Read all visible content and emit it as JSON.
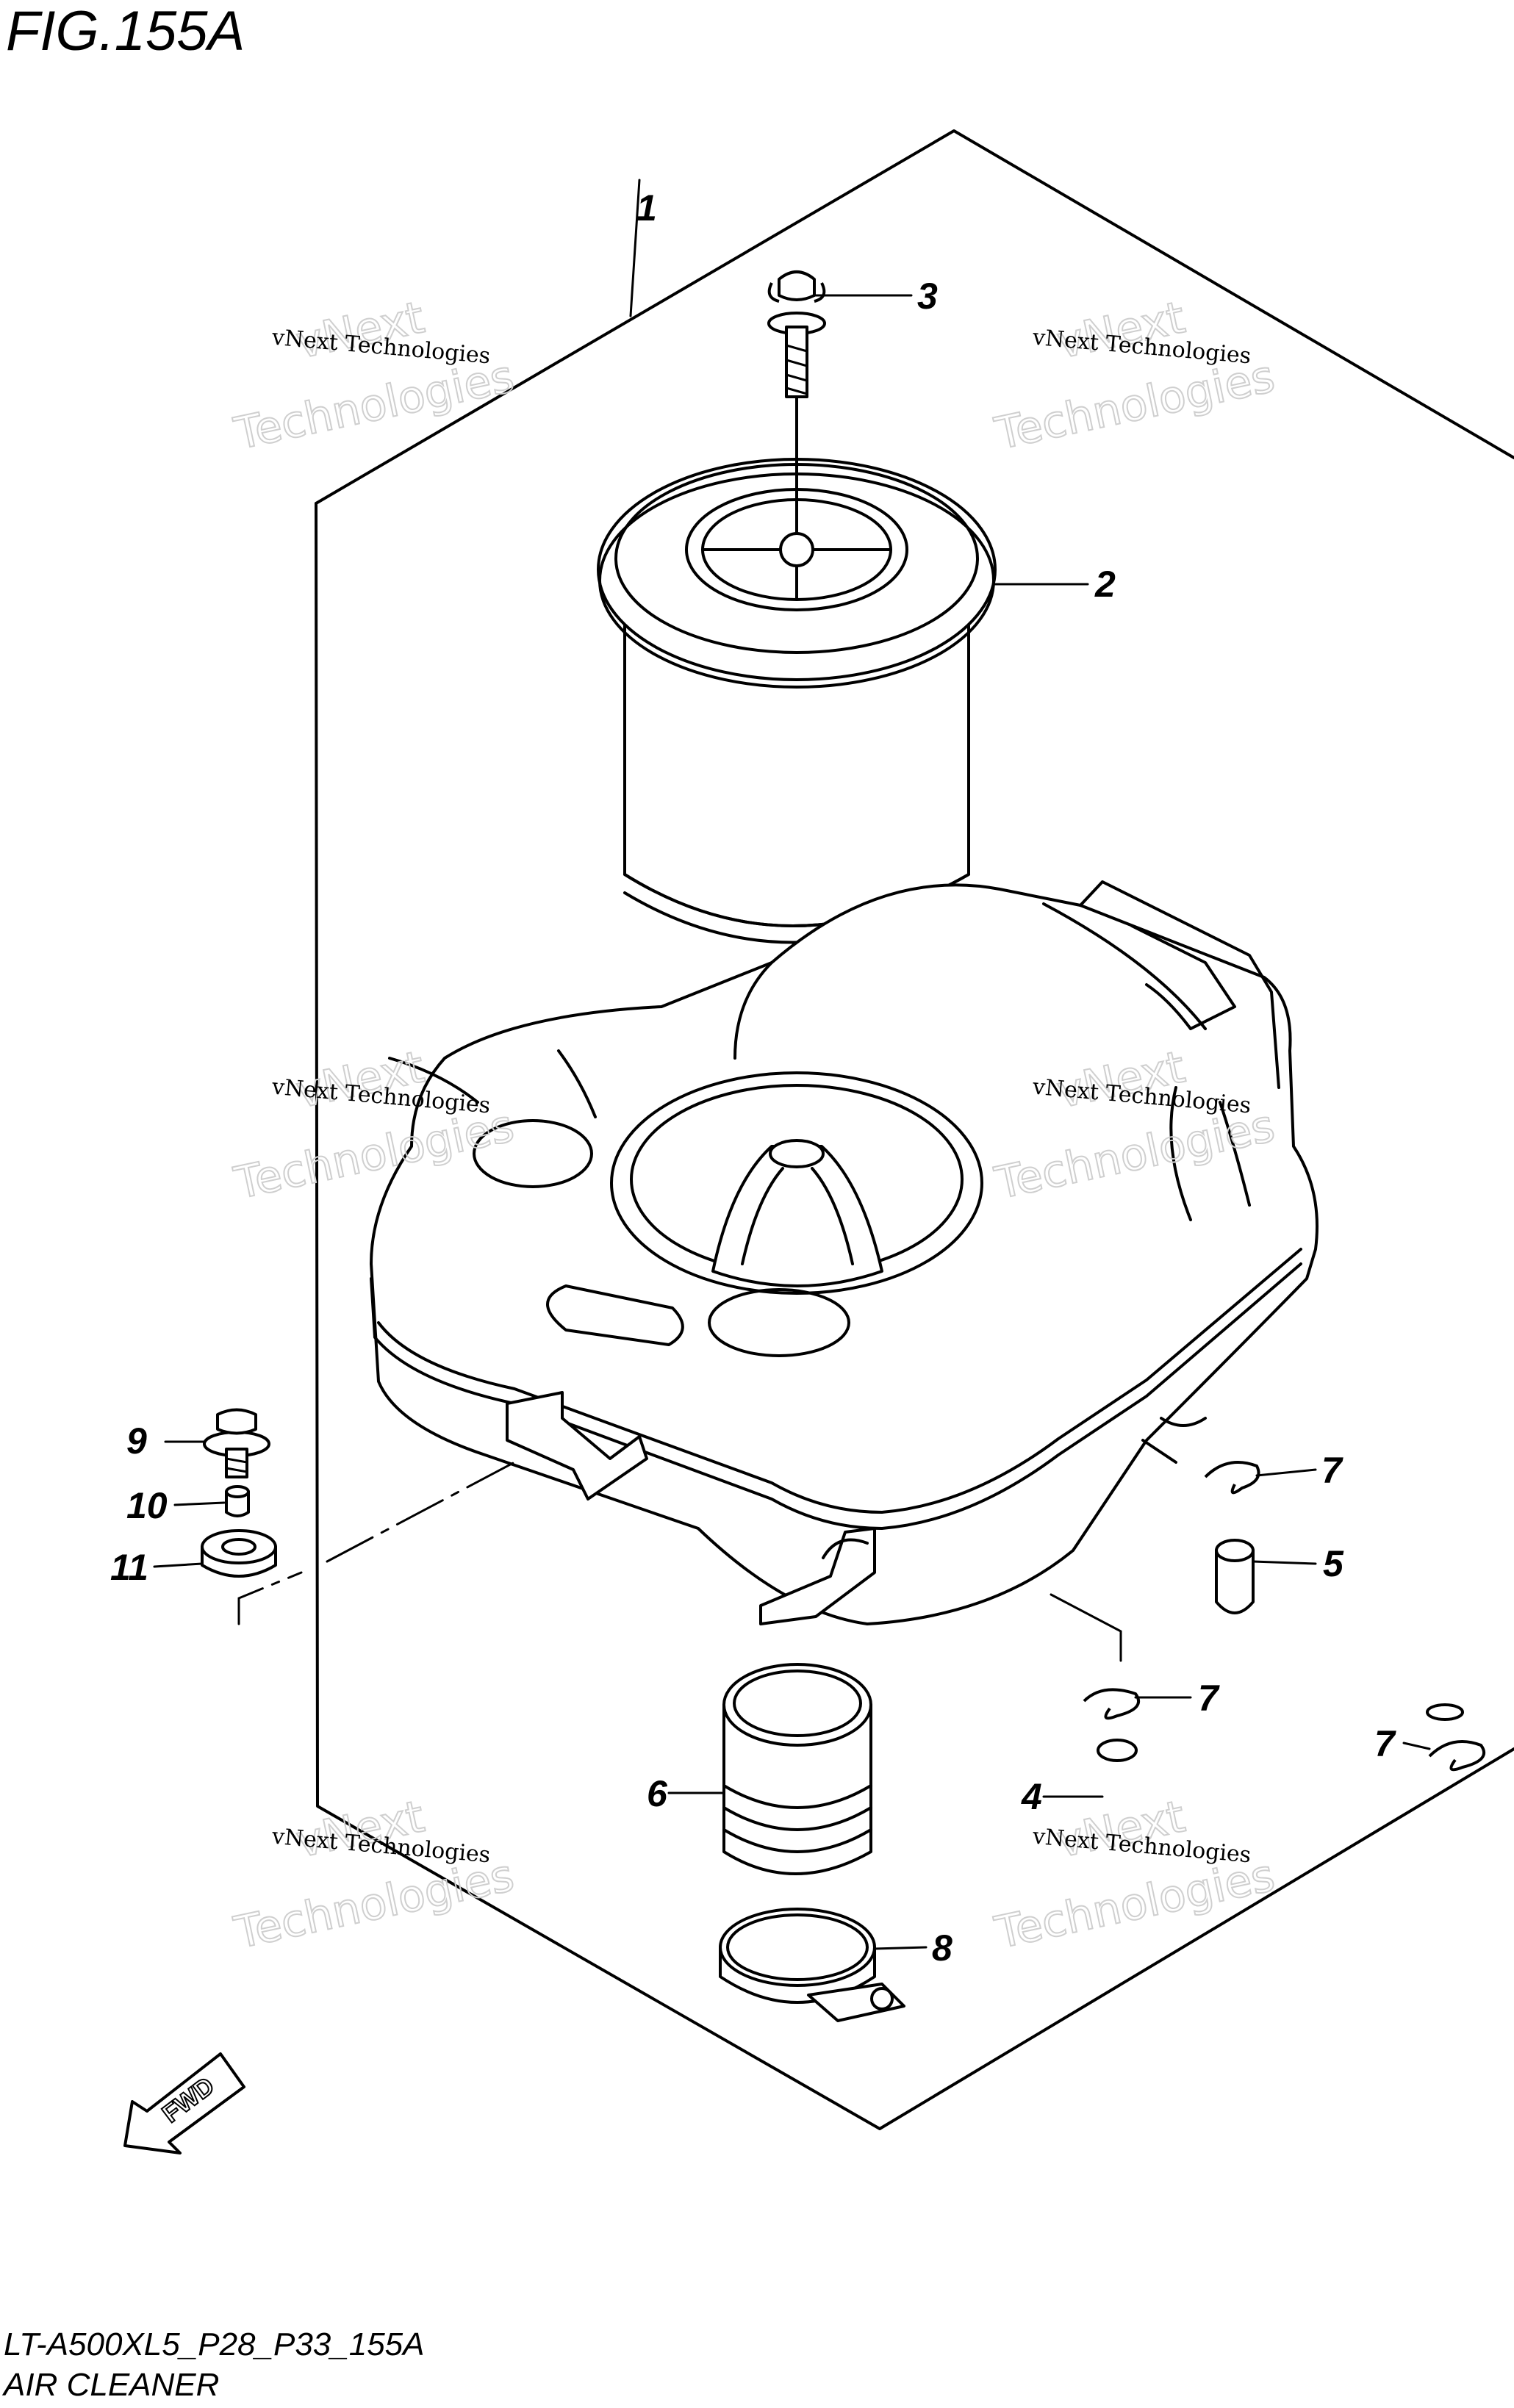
{
  "figure": {
    "title": "FIG.155A",
    "model_code": "LT-A500XL5_P28_P33_155A",
    "caption": "AIR CLEANER"
  },
  "watermark": {
    "line1": "vNext Technologies",
    "line2": "vNext",
    "line3": "Technologies"
  },
  "fwd_label": "FWD",
  "callouts": [
    {
      "id": "c1",
      "label": "1"
    },
    {
      "id": "c2",
      "label": "2"
    },
    {
      "id": "c3",
      "label": "3"
    },
    {
      "id": "c4",
      "label": "4"
    },
    {
      "id": "c5",
      "label": "5"
    },
    {
      "id": "c6",
      "label": "6"
    },
    {
      "id": "c7a",
      "label": "7"
    },
    {
      "id": "c7b",
      "label": "7"
    },
    {
      "id": "c7c",
      "label": "7"
    },
    {
      "id": "c8",
      "label": "8"
    },
    {
      "id": "c9",
      "label": "9"
    },
    {
      "id": "c10",
      "label": "10"
    },
    {
      "id": "c11",
      "label": "11"
    }
  ]
}
